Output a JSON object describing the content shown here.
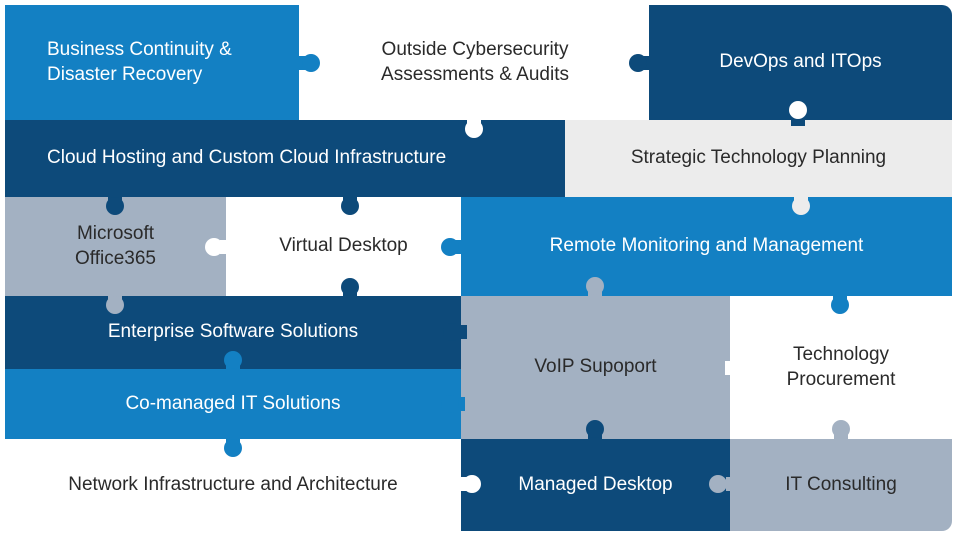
{
  "colors": {
    "dark_navy": "#0d4a7a",
    "bright_blue": "#1380c3",
    "gray_blue": "#a3b1c2",
    "light_gray": "#ececec",
    "white": "#ffffff"
  },
  "pieces": {
    "business_continuity": "Business Continuity &\nDisaster Recovery",
    "outside_cybersecurity": "Outside Cybersecurity\nAssessments & Audits",
    "devops_itops": "DevOps and ITOps",
    "cloud_hosting": "Cloud Hosting and Custom Cloud Infrastructure",
    "strategic_planning": "Strategic Technology Planning",
    "microsoft_office365": "Microsoft\nOffice365",
    "virtual_desktop": "Virtual Desktop",
    "remote_monitoring": "Remote Monitoring and Management",
    "enterprise_software": "Enterprise Software Solutions",
    "voip_support": "VoIP Supoport",
    "technology_procurement": "Technology\nProcurement",
    "comanaged_it": "Co-managed IT Solutions",
    "network_infrastructure": "Network Infrastructure and Architecture",
    "managed_desktop": "Managed Desktop",
    "it_consulting": "IT Consulting"
  }
}
